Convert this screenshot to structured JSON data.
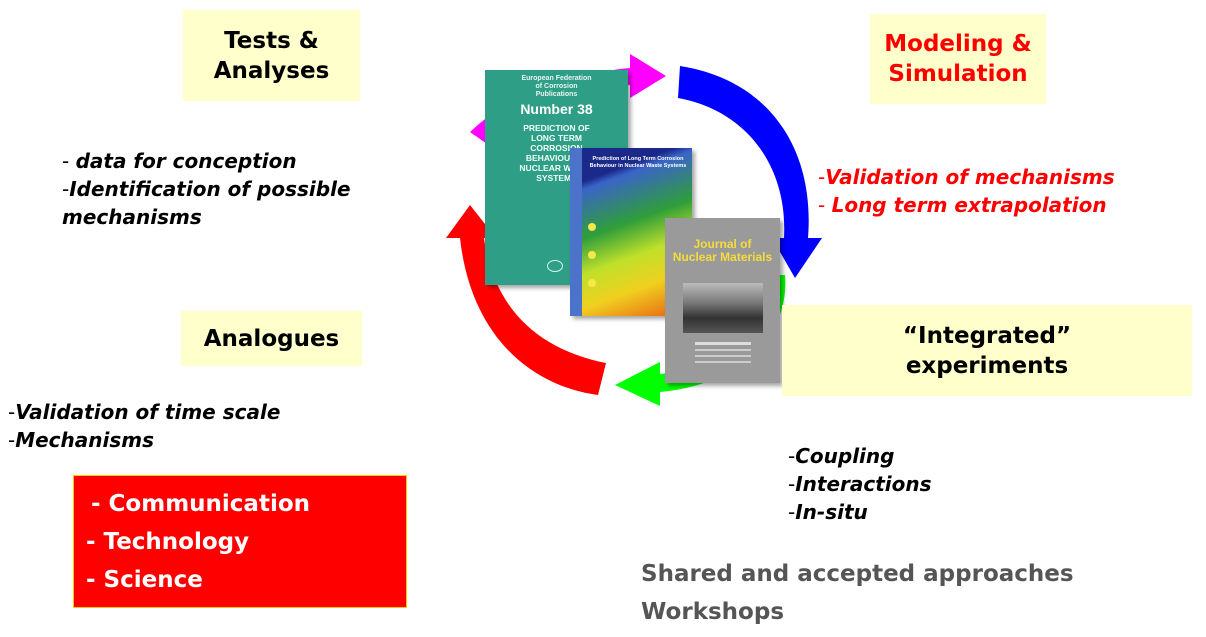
{
  "tests_box": {
    "line1": "Tests &",
    "line2": "Analyses"
  },
  "modeling_box": {
    "line1": "Modeling &",
    "line2": "Simulation"
  },
  "analogues_box": {
    "label": "Analogues"
  },
  "integrated_box": {
    "line1": "“Integrated”",
    "line2": "experiments"
  },
  "tests_notes": [
    {
      "prefix": "- ",
      "text": "data for conception"
    },
    {
      "prefix": "-",
      "text": "Identification of possible"
    },
    {
      "prefix": "",
      "text": "mechanisms"
    }
  ],
  "modeling_notes": [
    {
      "prefix": "-",
      "text": "Validation of mechanisms"
    },
    {
      "prefix": "- ",
      "text": "Long term extrapolation"
    }
  ],
  "analogues_notes": [
    {
      "prefix": "-",
      "text": "Validation of time scale"
    },
    {
      "prefix": "-",
      "text": "Mechanisms"
    }
  ],
  "integrated_notes": [
    {
      "prefix": "-",
      "text": "Coupling"
    },
    {
      "prefix": "-",
      "text": "Interactions"
    },
    {
      "prefix": "-",
      "text": "In-situ"
    }
  ],
  "red_box": {
    "items": [
      "- Communication",
      "- Technology",
      "- Science"
    ]
  },
  "footer": {
    "line1": "Shared and accepted approaches",
    "line2": "Workshops"
  },
  "covers": {
    "efc": {
      "line1": "European Federation",
      "line2": "of Corrosion",
      "line3": "Publications",
      "number": "Number 38",
      "title1": "PREDICTION OF",
      "title2": "LONG TERM",
      "title3": "CORROSION",
      "title4": "BEHAVIOUR IN",
      "title5": "NUCLEAR WASTE",
      "title6": "SYSTEMS"
    },
    "proc": {
      "title1": "Prediction of Long Term Corrosion",
      "title2": "Behaviour in Nuclear Waste Systems"
    },
    "jnm": {
      "title1": "Journal of",
      "title2": "Nuclear Materials"
    }
  },
  "colors": {
    "magenta_arrow": "#ff00ff",
    "blue_arrow": "#0000ff",
    "green_arrow": "#00ff00",
    "red_arrow": "#ff0000",
    "label_bg": "#ffffcc",
    "red_box_bg": "#ff0000",
    "red_box_border": "#ffcc00"
  }
}
